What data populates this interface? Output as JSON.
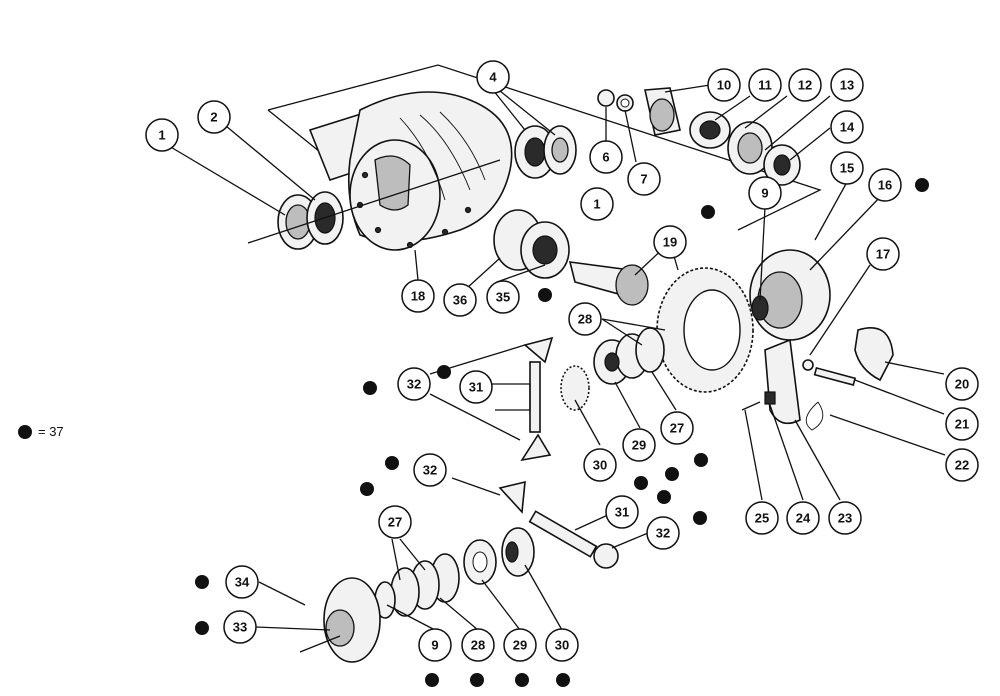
{
  "diagram": {
    "legend": {
      "equals_text": "= 37"
    },
    "callouts": {
      "c1a": "1",
      "c2": "2",
      "c4": "4",
      "c6": "6",
      "c7": "7",
      "c1b": "1",
      "c10": "10",
      "c11": "11",
      "c12": "12",
      "c13": "13",
      "c14": "14",
      "c15": "15",
      "c16": "16",
      "c9a": "9",
      "c17": "17",
      "c18": "18",
      "c36": "36",
      "c35": "35",
      "c19": "19",
      "c28a": "28",
      "c32a": "32",
      "c31a": "31",
      "c30a": "30",
      "c29a": "29",
      "c27a": "27",
      "c20": "20",
      "c21": "21",
      "c22": "22",
      "c25": "25",
      "c24": "24",
      "c23": "23",
      "c32b": "32",
      "c31b": "31",
      "c32c": "32",
      "c27b": "27",
      "c34": "34",
      "c33": "33",
      "c9b": "9",
      "c28b": "28",
      "c29b": "29",
      "c30b": "30"
    }
  }
}
